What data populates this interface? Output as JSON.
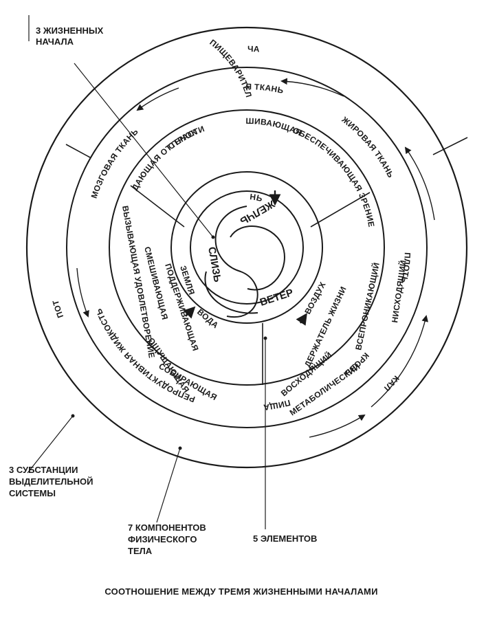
{
  "title": "СООТНОШЕНИЕ МЕЖДУ ТРЕМЯ ЖИЗНЕННЫМИ НАЧАЛАМИ",
  "callouts": {
    "life_principles": [
      "3 ЖИЗНЕННЫХ",
      "НАЧАЛА"
    ],
    "excretory": [
      "3 СУБСТАНЦИИ",
      "ВЫДЕЛИТЕЛЬНОЙ",
      "СИСТЕМЫ"
    ],
    "body_components": [
      "7 КОМПОНЕНТОВ",
      "ФИЗИЧЕСКОГО",
      "ТЕЛА"
    ],
    "elements": [
      "5 ЭЛЕМЕНТОВ"
    ]
  },
  "doshas": {
    "bile": "ЖЕЛЧЬ",
    "phlegm": "СЛИЗЬ",
    "wind": "ВЕТЕР"
  },
  "elements": {
    "fire": "ОГОНЬ",
    "earth": "ЗЕМЛЯ",
    "water": "ВОДА",
    "air": "ВОЗДУХ"
  },
  "subtypes": {
    "bile": [
      "ПИЩЕВАРИТЕЛЬНАЯ",
      "ОКРАШИВАЮЩАЯ",
      "СТРАСТИ",
      "ОБЕСПЕЧИВАЮЩАЯ ЗРЕНИЕ",
      "ДАЮЩАЯ ОТТЕНОК"
    ],
    "phlegm": [
      "ПОДДЕРЖИВАЮЩАЯ",
      "СМЕШИВАЮЩАЯ",
      "ВЫЗЫВАЮЩАЯ УДОВЛЕТВОРЕНИЕ",
      "ОЩУЩАЮЩАЯ",
      "СОБИРАЮЩАЯ"
    ],
    "wind": [
      "ДЕРЖАТЕЛЬ ЖИЗНИ",
      "ВСЕПРОНИКАЮЩИЙ",
      "НИСХОДЯЩИЙ",
      "ВОСХОДЯЩИЙ",
      "МЕТАБОЛИЧЕСКИЙ"
    ]
  },
  "tissues": {
    "bone": "КОСТНАЯ ТКАНЬ",
    "fat": "ЖИРОВАЯ ТКАНЬ",
    "flesh": "ПЛОТЬ",
    "blood": "КРОВЬ",
    "food": "ПИЩА",
    "reproductive": "РЕПРОДУКТИВНАЯ ЖИДКОСТЬ",
    "brain": "МОЗГОВАЯ ТКАНЬ"
  },
  "excretions": {
    "urine": "МОЧА",
    "stool": "КАЛ",
    "sweat": "ПОТ"
  }
}
